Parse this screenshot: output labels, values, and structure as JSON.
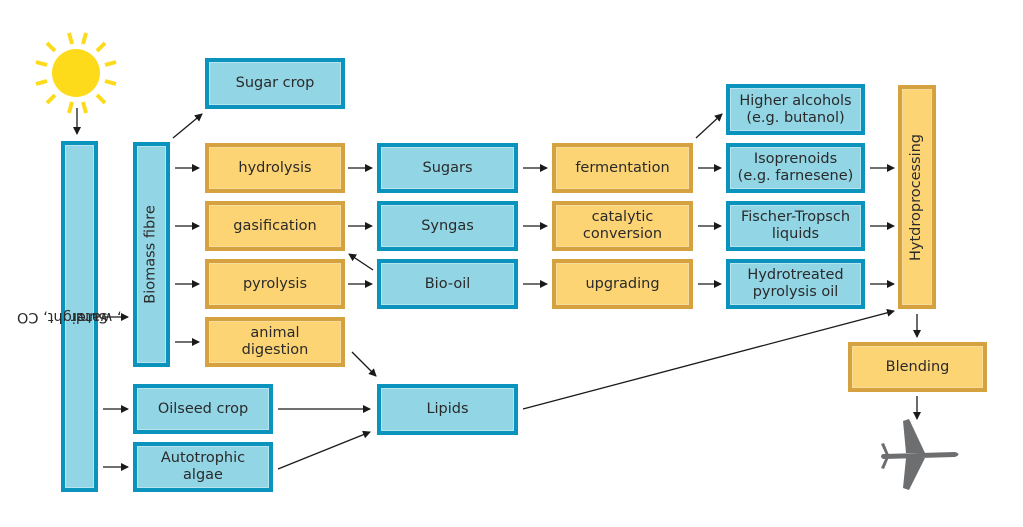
{
  "diagram": {
    "title": "Biofuel production pathways for aviation",
    "colors": {
      "feedstock_fill": "#92d5e5",
      "feedstock_border": "#0a93bd",
      "process_fill": "#fdd474",
      "process_border": "#d6a23f",
      "sun": "#fddb1a",
      "plane": "#6d6e70",
      "arrow": "#1a1a1a"
    },
    "icons": {
      "sun": "sun-icon",
      "plane": "airplane-icon"
    },
    "nodes": {
      "sunlight": {
        "label_pre": "Sunlight, CO",
        "label_sub": "2",
        "label_post": ", water",
        "kind": "feedstock"
      },
      "biomass_fibre": {
        "label": "Biomass fibre",
        "kind": "feedstock"
      },
      "sugar_crop": {
        "label": "Sugar crop",
        "kind": "feedstock"
      },
      "hydrolysis": {
        "label": "hydrolysis",
        "kind": "process"
      },
      "gasification": {
        "label": "gasification",
        "kind": "process"
      },
      "pyrolysis": {
        "label": "pyrolysis",
        "kind": "process"
      },
      "animal_digestion": {
        "label_1": "animal",
        "label_2": "digestion",
        "kind": "process"
      },
      "oilseed_crop": {
        "label": "Oilseed crop",
        "kind": "feedstock"
      },
      "autotrophic_algae": {
        "label_1": "Autotrophic",
        "label_2": "algae",
        "kind": "feedstock"
      },
      "sugars": {
        "label": "Sugars",
        "kind": "feedstock"
      },
      "syngas": {
        "label": "Syngas",
        "kind": "feedstock"
      },
      "bio_oil": {
        "label": "Bio-oil",
        "kind": "feedstock"
      },
      "lipids": {
        "label": "Lipids",
        "kind": "feedstock"
      },
      "fermentation": {
        "label": "fermentation",
        "kind": "process"
      },
      "catalytic_conversion": {
        "label_1": "catalytic",
        "label_2": "conversion",
        "kind": "process"
      },
      "upgrading": {
        "label": "upgrading",
        "kind": "process"
      },
      "higher_alcohols": {
        "label_1": "Higher alcohols",
        "label_2": "(e.g. butanol)",
        "kind": "feedstock"
      },
      "isoprenoids": {
        "label_1": "Isoprenoids",
        "label_2": "(e.g. farnesene)",
        "kind": "feedstock"
      },
      "fischer_tropsch": {
        "label_1": "Fischer-Tropsch",
        "label_2": "liquids",
        "kind": "feedstock"
      },
      "hydrotreated_oil": {
        "label_1": "Hydrotreated",
        "label_2": "pyrolysis oil",
        "kind": "feedstock"
      },
      "hydroprocessing": {
        "label": "Hytdroprocessing",
        "kind": "process"
      },
      "blending": {
        "label": "Blending",
        "kind": "process"
      }
    },
    "edges": [
      [
        "sun",
        "sunlight"
      ],
      [
        "sunlight",
        "biomass_fibre"
      ],
      [
        "sunlight",
        "oilseed_crop"
      ],
      [
        "sunlight",
        "autotrophic_algae"
      ],
      [
        "biomass_fibre",
        "sugar_crop"
      ],
      [
        "biomass_fibre",
        "hydrolysis"
      ],
      [
        "biomass_fibre",
        "gasification"
      ],
      [
        "biomass_fibre",
        "pyrolysis"
      ],
      [
        "biomass_fibre",
        "animal_digestion"
      ],
      [
        "hydrolysis",
        "sugars"
      ],
      [
        "gasification",
        "syngas"
      ],
      [
        "pyrolysis",
        "bio_oil"
      ],
      [
        "bio_oil",
        "gasification"
      ],
      [
        "animal_digestion",
        "lipids"
      ],
      [
        "oilseed_crop",
        "lipids"
      ],
      [
        "autotrophic_algae",
        "lipids"
      ],
      [
        "sugars",
        "fermentation"
      ],
      [
        "syngas",
        "catalytic_conversion"
      ],
      [
        "bio_oil",
        "upgrading"
      ],
      [
        "fermentation",
        "higher_alcohols"
      ],
      [
        "fermentation",
        "isoprenoids"
      ],
      [
        "catalytic_conversion",
        "fischer_tropsch"
      ],
      [
        "upgrading",
        "hydrotreated_oil"
      ],
      [
        "isoprenoids",
        "hydroprocessing"
      ],
      [
        "fischer_tropsch",
        "hydroprocessing"
      ],
      [
        "hydrotreated_oil",
        "hydroprocessing"
      ],
      [
        "lipids",
        "hydroprocessing"
      ],
      [
        "hydroprocessing",
        "blending"
      ],
      [
        "blending",
        "plane"
      ]
    ]
  }
}
